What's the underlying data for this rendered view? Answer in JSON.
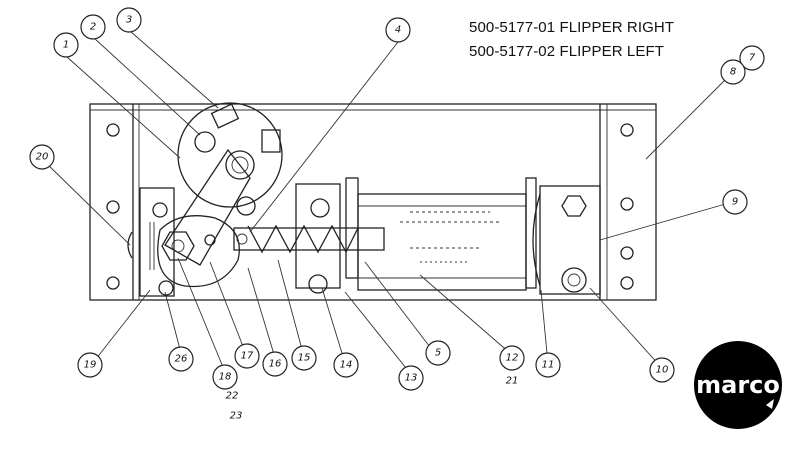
{
  "header": {
    "line1": "500-5177-01 FLIPPER RIGHT",
    "line2": "500-5177-02 FLIPPER LEFT"
  },
  "callouts": [
    {
      "id": "c1",
      "label": "1"
    },
    {
      "id": "c2",
      "label": "2"
    },
    {
      "id": "c3",
      "label": "3"
    },
    {
      "id": "c4",
      "label": "4"
    },
    {
      "id": "c5",
      "label": "5"
    },
    {
      "id": "c7",
      "label": "7"
    },
    {
      "id": "c8",
      "label": "8"
    },
    {
      "id": "c9",
      "label": "9"
    },
    {
      "id": "c10",
      "label": "10"
    },
    {
      "id": "c11",
      "label": "11"
    },
    {
      "id": "c12",
      "label": "12"
    },
    {
      "id": "c13",
      "label": "13"
    },
    {
      "id": "c14",
      "label": "14"
    },
    {
      "id": "c15",
      "label": "15"
    },
    {
      "id": "c16",
      "label": "16"
    },
    {
      "id": "c17",
      "label": "17"
    },
    {
      "id": "c18",
      "label": "18"
    },
    {
      "id": "c19",
      "label": "19"
    },
    {
      "id": "c20",
      "label": "20"
    },
    {
      "id": "c26",
      "label": "26"
    }
  ],
  "extra_labels": {
    "l21": "21",
    "l22": "22",
    "l23": "23"
  },
  "logo": {
    "text": "marco",
    "color": "#000000"
  }
}
